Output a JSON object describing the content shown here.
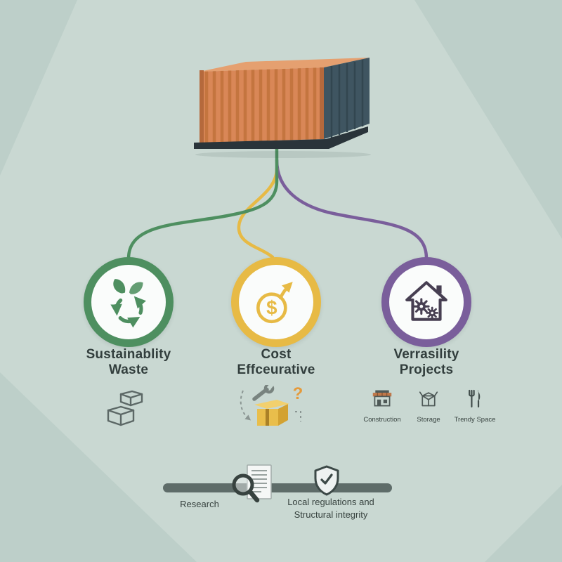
{
  "colors": {
    "bg": "#c9d8d2",
    "bg-shade": "#bdcfc9",
    "green": "#4e8f60",
    "gold": "#e7ba45",
    "purple": "#7a5e9b",
    "container-orange": "#d98757",
    "container-orange-dark": "#b5693c",
    "container-ridge": "#c4753f",
    "container-teal": "#3f5561",
    "container-teal-dark": "#324650",
    "container-base": "#2a343a",
    "bar-gray": "#5e6c69",
    "text-dark": "#323e3d",
    "icon-gray": "#5c6866",
    "wrench-gray": "#78837f",
    "question-orange": "#e59a3a"
  },
  "illustration": "shipping-container",
  "branches": [
    {
      "id": "sustainability",
      "label_line1": "Sustainablity",
      "label_line2": "Waste",
      "ring_color": "#4e8f60",
      "icon": "recycle-leaves-icon",
      "sub_icon": "cardboard-boxes-icon"
    },
    {
      "id": "cost",
      "label_line1": "Cost",
      "label_line2": "Effceurative",
      "ring_color": "#e7ba45",
      "icon": "dollar-growth-icon",
      "sub_icon": "gift-wrench-icon"
    },
    {
      "id": "versatility",
      "label_line1": "Verrasility",
      "label_line2": "Projects",
      "ring_color": "#7a5e9b",
      "icon": "house-gears-icon"
    }
  ],
  "versatility_items": [
    {
      "label": "Construction",
      "icon": "storefront-icon"
    },
    {
      "label": "Storage",
      "icon": "storage-box-icon"
    },
    {
      "label": "Trendy Space",
      "icon": "utensils-icon"
    }
  ],
  "glyphs": {
    "dollar": "$",
    "question_mark": "?"
  },
  "timeline": {
    "research_label": "Research",
    "research_icon": "document-magnifier-icon",
    "regulations_line1": "Local regulations and",
    "regulations_line2": "Structural integrity",
    "regulations_icon": "shield-check-icon"
  }
}
